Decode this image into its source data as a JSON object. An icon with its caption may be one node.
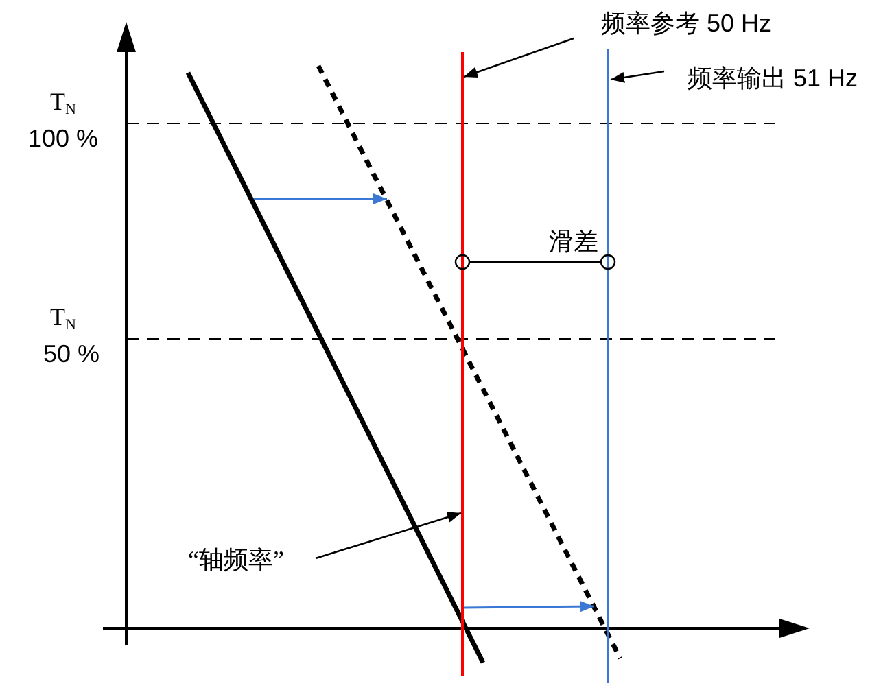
{
  "diagram": {
    "nodes": [
      {
        "text": [
          "频率参考 50 Hz"
        ]
      },
      {
        "text": [],
        "shape": "line"
      },
      {
        "text": [
          "频率输出 51 Hz"
        ]
      },
      {
        "text": [],
        "shape": "line"
      },
      {
        "text": [
          "“轴频率”"
        ]
      }
    ],
    "edges": [
      {
        "from": 0,
        "to": 1,
        "arrow": "to"
      },
      {
        "from": 2,
        "to": 3,
        "arrow": "to"
      },
      {
        "from": 4,
        "to": 1,
        "arrow": "to"
      },
      {
        "from": 1,
        "to": 3,
        "arrow": "to",
        "color": "#3a78d4"
      }
    ],
    "labels": [
      "T$_{N}$",
      "100 %",
      "滑差",
      "T$_{N}$",
      "50 %"
    ]
  }
}
